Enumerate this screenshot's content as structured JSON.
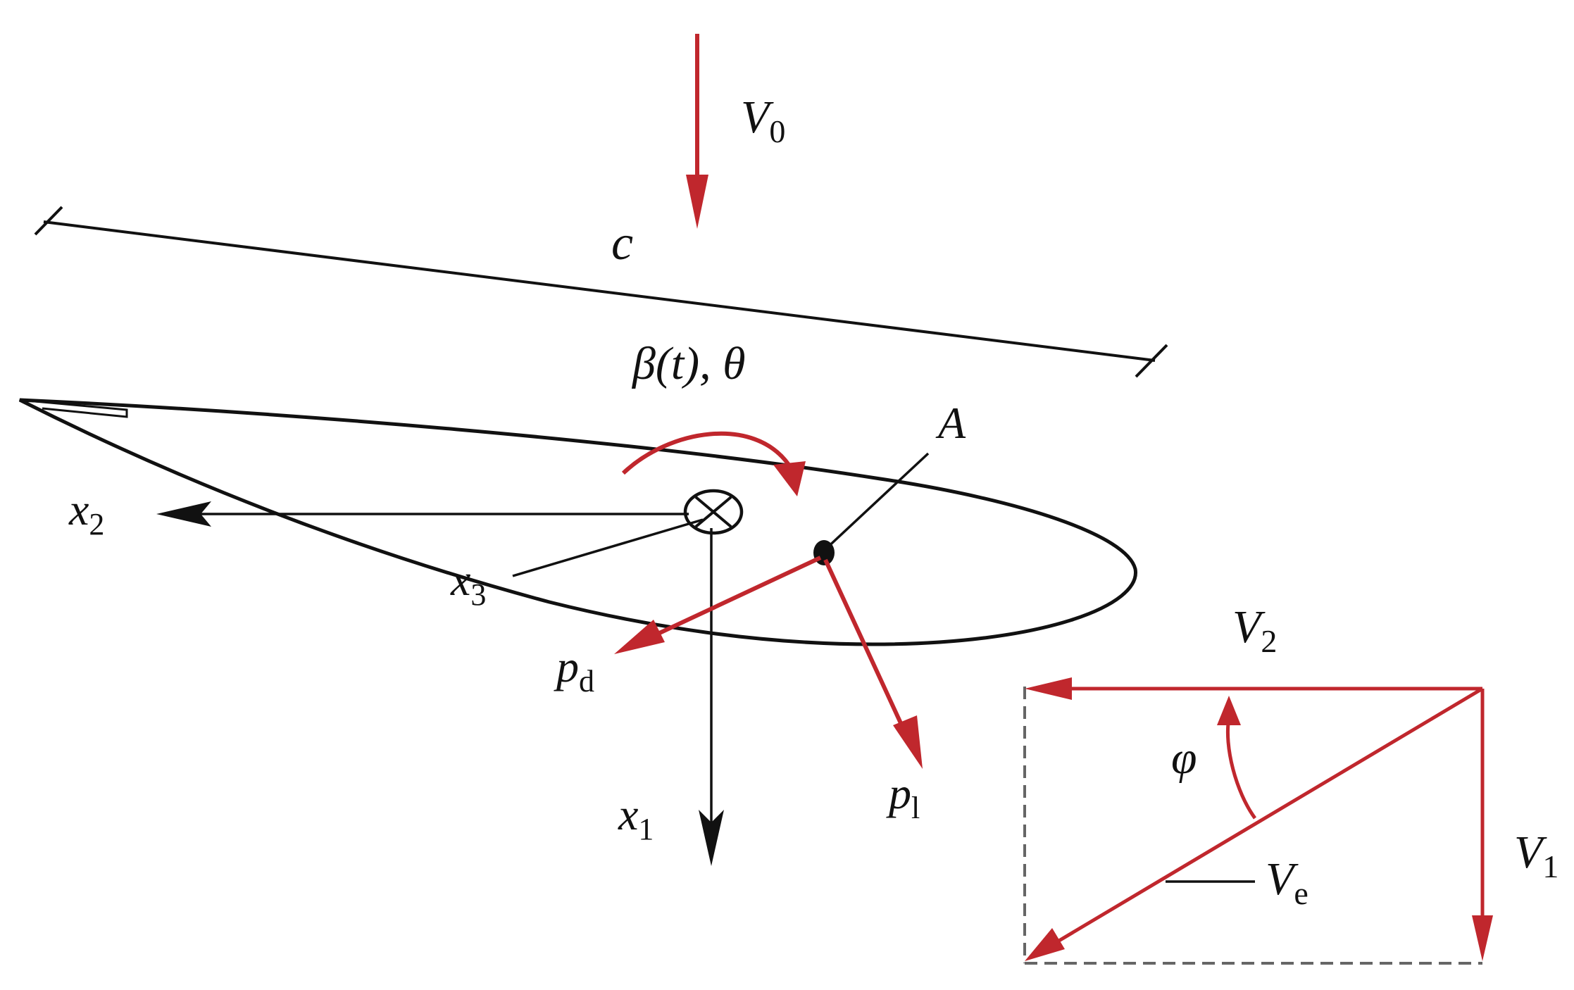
{
  "labels": {
    "V0": {
      "main": "V",
      "sub": "0"
    },
    "c": "c",
    "pitch": "β(t), θ",
    "A": "A",
    "x2": {
      "main": "x",
      "sub": "2"
    },
    "x3": {
      "main": "x",
      "sub": "3"
    },
    "x1": {
      "main": "x",
      "sub": "1"
    },
    "pd": {
      "main": "p",
      "sub": "d"
    },
    "pl": {
      "main": "p",
      "sub": "l"
    },
    "V2": {
      "main": "V",
      "sub": "2"
    },
    "V1": {
      "main": "V",
      "sub": "1"
    },
    "Ve": {
      "main": "V",
      "sub": "e"
    },
    "phi": "φ"
  },
  "colors": {
    "red": "#c0272d",
    "black": "#111111",
    "dashed": "#666666"
  }
}
